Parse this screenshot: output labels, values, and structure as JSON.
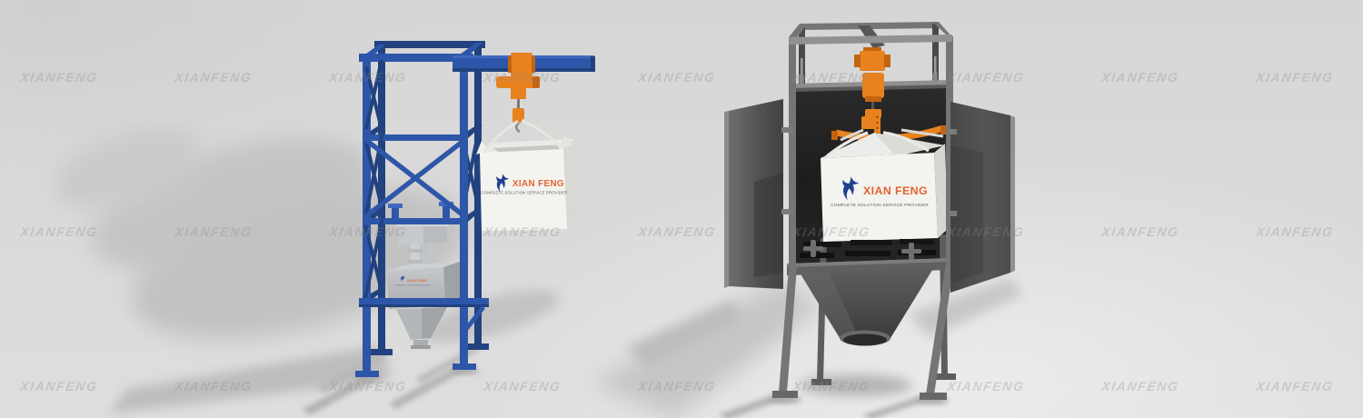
{
  "branding": {
    "logo_text": "XIAN FENG",
    "tagline": "COMPLETE SOLUTION SERVICE PROVIDER"
  },
  "watermark": {
    "text": "XIANFENG"
  },
  "colors": {
    "background": "#d9d9d9",
    "frame_blue": "#2e56a8",
    "frame_blue_dark": "#21427f",
    "frame_blue_light": "#4068bd",
    "hoist_orange": "#e8821f",
    "hoist_orange_dark": "#c3650f",
    "steel_gray": "#757575",
    "steel_gray_light": "#919191",
    "steel_gray_dark": "#4a4a4a",
    "cabinet_interior": "#222222",
    "bag_white": "#f3f3f0",
    "logo_orange": "#e4632e",
    "logo_blue": "#20418f",
    "tagline_gray": "#5c5c64",
    "shadow_gray": "#bfbfbf"
  }
}
